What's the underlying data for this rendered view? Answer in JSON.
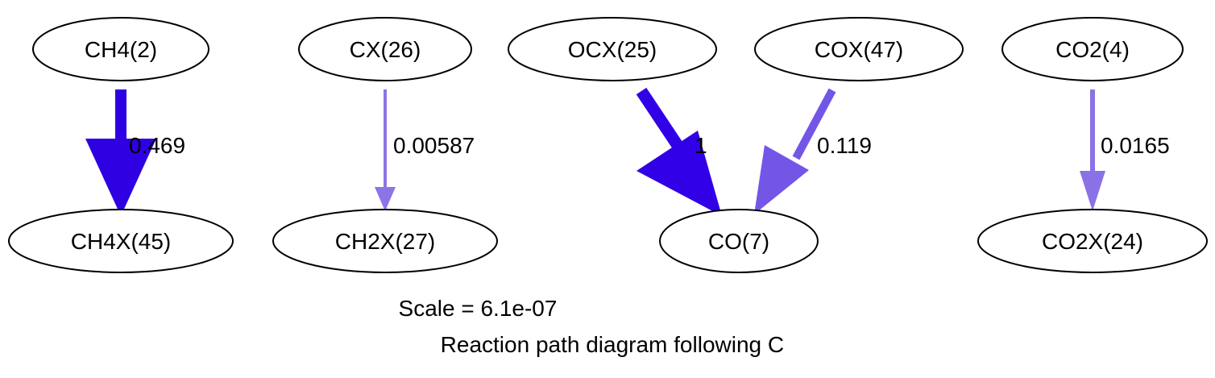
{
  "diagram": {
    "nodes": {
      "ch4": "CH4(2)",
      "cx": "CX(26)",
      "ocx": "OCX(25)",
      "cox": "COX(47)",
      "co2": "CO2(4)",
      "ch4x": "CH4X(45)",
      "ch2x": "CH2X(27)",
      "co": "CO(7)",
      "co2x": "CO2X(24)"
    },
    "edges": [
      {
        "from": "CH4(2)",
        "to": "CH4X(45)",
        "label": "0.469",
        "color": "#2e00e2"
      },
      {
        "from": "CX(26)",
        "to": "CH2X(27)",
        "label": "0.00587",
        "color": "#8c74e6"
      },
      {
        "from": "OCX(25)",
        "to": "CO(7)",
        "label": "1",
        "color": "#3100e6"
      },
      {
        "from": "COX(47)",
        "to": "CO(7)",
        "label": "0.119",
        "color": "#7456e6"
      },
      {
        "from": "CO2(4)",
        "to": "CO2X(24)",
        "label": "0.0165",
        "color": "#8a72e6"
      }
    ],
    "scale_text": "Scale = 6.1e-07",
    "title_text": " Reaction path diagram following C"
  }
}
